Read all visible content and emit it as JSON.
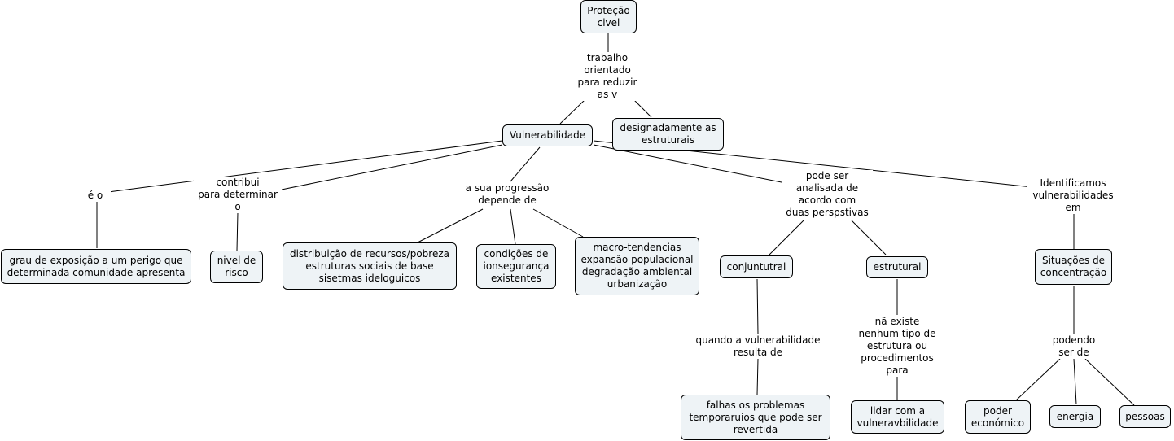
{
  "nodes": {
    "protecao": "Proteção\ncivel",
    "vulnerabilidade": "Vulnerabilidade",
    "designadamente": "designadamente as\nestruturais",
    "grau": "grau de exposição a um perigo que\ndeterminada comunidade apresenta",
    "nivel": "nivel de\nrisco",
    "distribuicao": "distribuição de recursos/pobreza\nestruturas sociais de base\nsisetmas ideloguicos",
    "condicoes": "condições de\nionsegurança\nexistentes",
    "macro": "macro-tendencias\nexpansão populacional\ndegradação ambiental\nurbanização",
    "conjuntutral": "conjuntutral",
    "estrutural": "estrutural",
    "situacoes": "Situações de\nconcentração",
    "falhas": "falhas os problemas\ntemporaruios que pode ser\nrevertida",
    "lidar": "lidar com a\nvulneravbilidade",
    "poder": "poder\neconómico",
    "energia": "energia",
    "pessoas": "pessoas"
  },
  "links": {
    "trabalho": "trabalho\norientado\npara reduzir\nas v",
    "e_o": "é o",
    "contribui": "contribui\npara determinar\no",
    "progressao": "a sua progressão\ndepende de",
    "pode_ser": "pode ser\nanalisada de\nacordo com\nduas perspstivas",
    "identificamos": "Identificamos\nvulnerabilidades\nem",
    "quando": "quando a vulnerabilidade\nresulta de",
    "na_existe": "nã existe\nnenhum tipo de\nestrutura ou\nprocedimentos\npara",
    "podendo": "podendo\nser de"
  }
}
